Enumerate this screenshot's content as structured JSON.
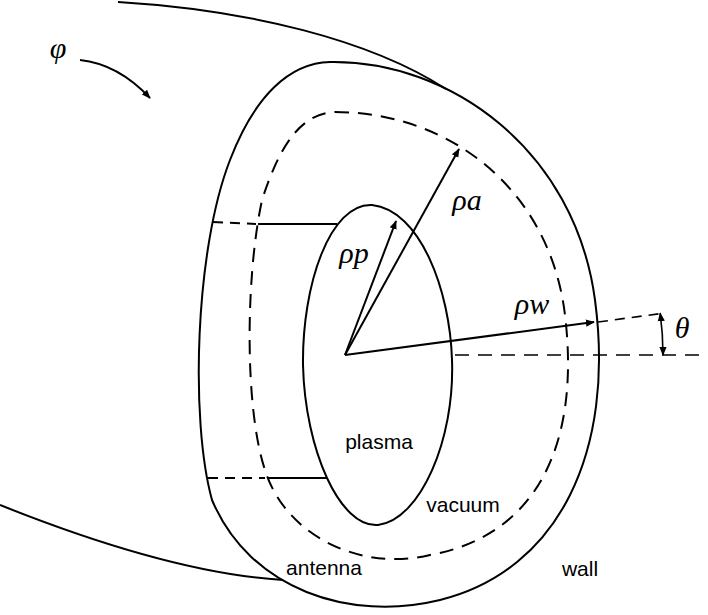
{
  "diagram": {
    "nodes": [
      {
        "text": [
          "plasma"
        ]
      }
    ],
    "labels": [
      "φ",
      "ρp",
      "ρa",
      "ρw",
      "θ",
      "vacuum",
      "wall",
      "antenna"
    ]
  }
}
